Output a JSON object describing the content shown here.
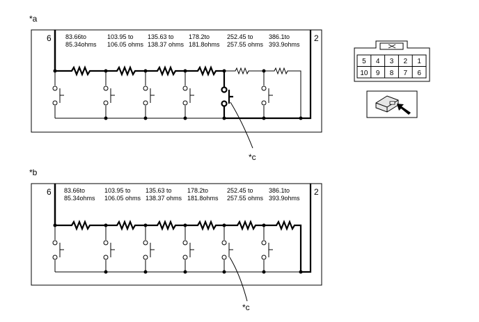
{
  "diagram_a": {
    "label": "*a",
    "left_pin": "6",
    "right_pin": "2",
    "callout": "*c",
    "ranges": [
      {
        "l1": "83.66to",
        "l2": "85.34ohms"
      },
      {
        "l1": "103.95 to",
        "l2": "106.05 ohms"
      },
      {
        "l1": "135.63 to",
        "l2": "138.37 ohms"
      },
      {
        "l1": "178.2to",
        "l2": "181.8ohms"
      },
      {
        "l1": "252.45 to",
        "l2": "257.55 ohms"
      },
      {
        "l1": "386.1to",
        "l2": "393.9ohms"
      }
    ]
  },
  "diagram_b": {
    "label": "*b",
    "left_pin": "6",
    "right_pin": "2",
    "callout": "*c",
    "ranges": [
      {
        "l1": "83.66to",
        "l2": "85.34ohms"
      },
      {
        "l1": "103.95 to",
        "l2": "106.05 ohms"
      },
      {
        "l1": "135.63 to",
        "l2": "138.37 ohms"
      },
      {
        "l1": "178.2to",
        "l2": "181.8ohms"
      },
      {
        "l1": "252.45 to",
        "l2": "257.55 ohms"
      },
      {
        "l1": "386.1to",
        "l2": "393.9ohms"
      }
    ]
  },
  "connector": {
    "top_row": [
      "5",
      "4",
      "3",
      "2",
      "1"
    ],
    "bottom_row": [
      "10",
      "9",
      "8",
      "7",
      "6"
    ]
  }
}
